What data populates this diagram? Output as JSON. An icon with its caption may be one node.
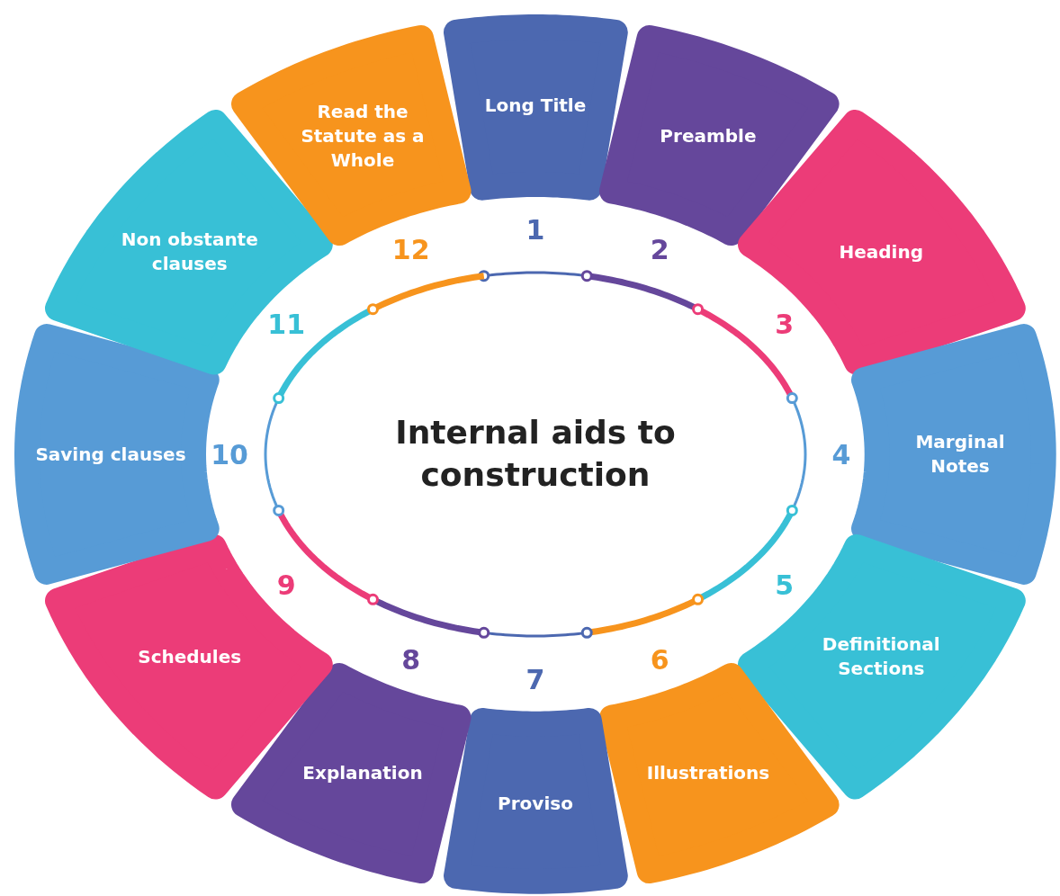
{
  "diagram": {
    "nodes": [
      {
        "text": [
          "Long Title"
        ],
        "beside": [
          "1"
        ]
      },
      {
        "text": [
          "Preamble"
        ],
        "beside": [
          "2"
        ]
      },
      {
        "text": [
          "Heading"
        ],
        "beside": [
          "3"
        ]
      },
      {
        "text": [
          "Marginal Notes"
        ],
        "beside": [
          "4"
        ]
      },
      {
        "text": [
          "Definitional Sections"
        ],
        "beside": [
          "5"
        ]
      },
      {
        "text": [
          "Illustrations"
        ],
        "beside": [
          "6"
        ]
      },
      {
        "text": [
          "Proviso"
        ],
        "beside": [
          "7"
        ]
      },
      {
        "text": [
          "Explanation"
        ],
        "beside": [
          "8"
        ]
      },
      {
        "text": [
          "Schedules"
        ],
        "beside": [
          "9"
        ]
      },
      {
        "text": [
          "Saving clauses"
        ],
        "beside": [
          "10"
        ]
      },
      {
        "text": [
          "Non obstante clauses"
        ],
        "beside": [
          "11"
        ]
      },
      {
        "text": [
          "Read the Statute as a Whole"
        ],
        "beside": [
          "12"
        ]
      },
      {
        "text": [
          "Internal aids to construction"
        ]
      }
    ]
  }
}
